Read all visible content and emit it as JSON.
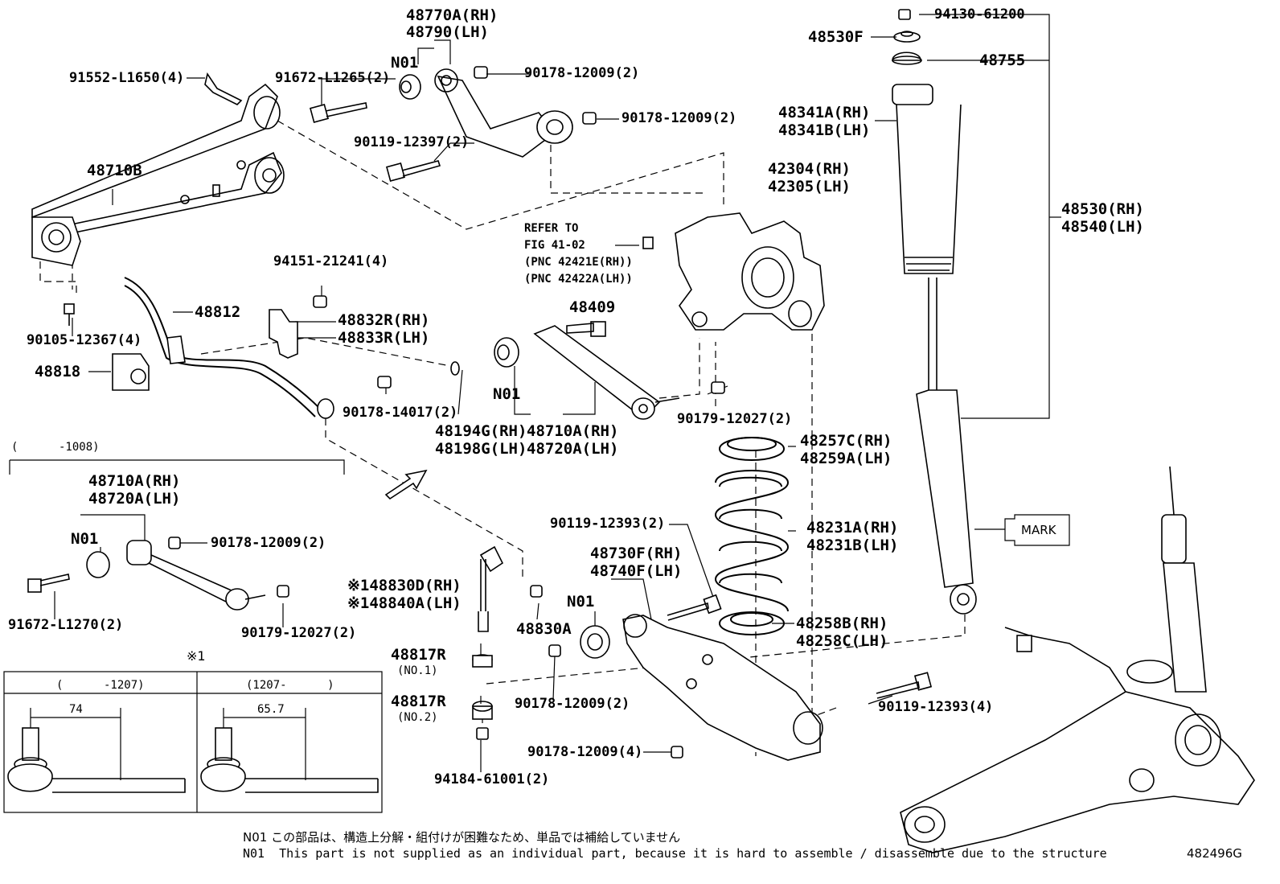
{
  "figure_code": "482496G",
  "notes": {
    "jp": "N01 この部品は、構造上分解・組付けが困難なため、単品では補給していません",
    "en": "N01  This part is not supplied as an individual part, because it is hard to assemble / disassemble due to the structure"
  },
  "mark_label": "MARK",
  "refer": {
    "line1": "REFER TO",
    "line2": "FIG 41-02",
    "line3": "(PNC 42421E(RH))",
    "line4": "(PNC 42422A(LH))"
  },
  "inset": {
    "star": "※1",
    "range_top": "(      -1008)",
    "left_range": "(      -1207)",
    "right_range": "(1207-      )",
    "left_dim": "74",
    "right_dim": "65.7"
  },
  "parts": {
    "p48770a": "48770A(RH)",
    "p48790": "48790(LH)",
    "n01_top": "N01",
    "p91552": "91552-L1650(4)",
    "p91672_1265": "91672-L1265(2)",
    "p90178_a": "90178-12009(2)",
    "p90178_b": "90178-12009(2)",
    "p90119_12397": "90119-12397(2)",
    "p48710b": "48710B",
    "p94151": "94151-21241(4)",
    "p48812": "48812",
    "p48832r": "48832R(RH)",
    "p48833r": "48833R(LH)",
    "p90105": "90105-12367(4)",
    "p48818": "48818",
    "p90178_14017": "90178-14017(2)",
    "p48409": "48409",
    "n01_mid": "N01",
    "p48194g": "48194G(RH)",
    "p48198g": "48198G(LH)",
    "p48710a_mid": "48710A(RH)",
    "p48720a_mid": "48720A(LH)",
    "p90179_12027_mid": "90179-12027(2)",
    "p94130": "94130-61200",
    "p48530f": "48530F",
    "p48755": "48755",
    "p48341a": "48341A(RH)",
    "p48341b": "48341B(LH)",
    "p42304": "42304(RH)",
    "p42305": "42305(LH)",
    "p48530": "48530(RH)",
    "p48540": "48540(LH)",
    "p48257c": "48257C(RH)",
    "p48259a": "48259A(LH)",
    "p48231a": "48231A(RH)",
    "p48231b": "48231B(LH)",
    "p90119_12393_a": "90119-12393(2)",
    "p48730f": "48730F(RH)",
    "p48740f": "48740F(LH)",
    "n01_low": "N01",
    "p48258b": "48258B(RH)",
    "p48258c": "48258C(LH)",
    "p48830d": "※148830D(RH)",
    "p48840a": "※148840A(LH)",
    "p48830a": "48830A",
    "p48817r_1": "48817R",
    "no1": "(NO.1)",
    "p48817r_2": "48817R",
    "no2": "(NO.2)",
    "p94184": "94184-61001(2)",
    "p90178_12009_low": "90178-12009(2)",
    "p90178_12009_4": "90178-12009(4)",
    "p90119_12393_4": "90119-12393(4)",
    "p48710a_left": "48710A(RH)",
    "p48720a_left": "48720A(LH)",
    "n01_left": "N01",
    "p90178_12009_left": "90178-12009(2)",
    "p91672_1270": "91672-L1270(2)",
    "p90179_12027_left": "90179-12027(2)"
  }
}
